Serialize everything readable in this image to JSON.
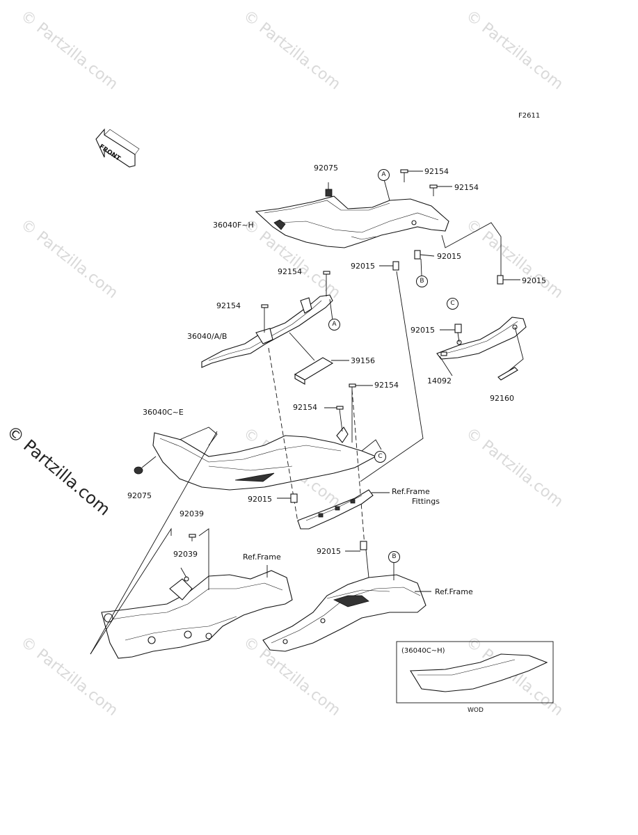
{
  "diagram_code": "F2611",
  "front_label": "FRONT",
  "watermark": "© Partzilla.com",
  "side_watermark": "© Partzilla.com",
  "callouts": {
    "A": "A",
    "B": "B",
    "C": "C"
  },
  "labels": {
    "p92075_top": "92075",
    "p92154_top1": "92154",
    "p92154_top2": "92154",
    "p36040FH": "36040F~H",
    "p92015_mid": "92015",
    "p92015_right1": "92015",
    "p92015_right2": "92015",
    "p92154_mid1": "92154",
    "p92154_mid2": "92154",
    "p36040AB": "36040/A/B",
    "p39156": "39156",
    "p92015_c": "92015",
    "p14092": "14092",
    "p92160": "92160",
    "p92154_low1": "92154",
    "p92154_low2": "92154",
    "p36040CE": "36040C~E",
    "p92075_low": "92075",
    "p92015_low1": "92015",
    "ref_fittings_1": "Ref.Frame",
    "ref_fittings_2": "Fittings",
    "p92039_1": "92039",
    "p92039_2": "92039",
    "ref_frame_left": "Ref.Frame",
    "p92015_low2": "92015",
    "ref_frame_right": "Ref.Frame"
  },
  "inset": {
    "title": "(36040C~H)",
    "caption": "WOD"
  }
}
